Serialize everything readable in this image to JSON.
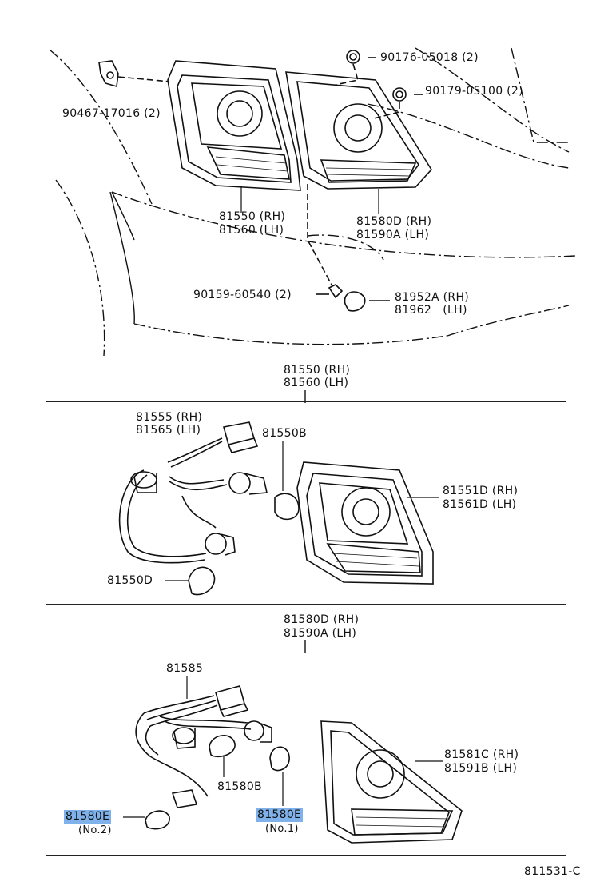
{
  "top_labels": {
    "clip_90467": "90467-17016 (2)",
    "nut_90176": "90176-05018 (2)",
    "nut_90179": "90179-05100 (2)",
    "lamp_outer_rh": "81550 (RH)",
    "lamp_outer_lh": "81560 (LH)",
    "lamp_inner_rh": "81580D (RH)",
    "lamp_inner_lh": "81590A (LH)",
    "screw_90159": "90159-60540 (2)",
    "cover_rh": "81952A (RH)",
    "cover_lh": "81962   (LH)"
  },
  "box1": {
    "title_rh": "81550 (RH)",
    "title_lh": "81560 (LH)",
    "socket_rh": "81555 (RH)",
    "socket_lh": "81565 (LH)",
    "bulb_b": "81550B",
    "bulb_d": "81550D",
    "lens_rh": "81551D (RH)",
    "lens_lh": "81561D (LH)"
  },
  "box2": {
    "title_rh": "81580D (RH)",
    "title_lh": "81590A (LH)",
    "socket": "81585",
    "bulb_b": "81580B",
    "bulb_e_no2": "81580E",
    "bulb_e_no2_sub": "(No.2)",
    "bulb_e_no1": "81580E",
    "bulb_e_no1_sub": "(No.1)",
    "lens_rh": "81581C (RH)",
    "lens_lh": "81591B (LH)"
  },
  "figure_code": "811531-C",
  "highlight_color": "#7fb2ea"
}
